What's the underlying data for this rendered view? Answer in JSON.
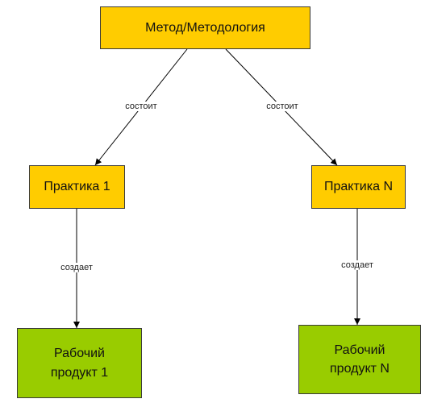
{
  "diagram": {
    "root": {
      "label": "Метод/Методология"
    },
    "practices": [
      {
        "label": "Практика 1"
      },
      {
        "label": "Практика N"
      }
    ],
    "products": [
      {
        "label": "Рабочий\nпродукт 1"
      },
      {
        "label": "Рабочий\nпродукт N"
      }
    ],
    "edge_labels": {
      "consists": "состоит",
      "creates": "создает"
    },
    "colors": {
      "method_fill": "#ffcc00",
      "product_fill": "#99cc00",
      "stroke": "#000000"
    }
  }
}
